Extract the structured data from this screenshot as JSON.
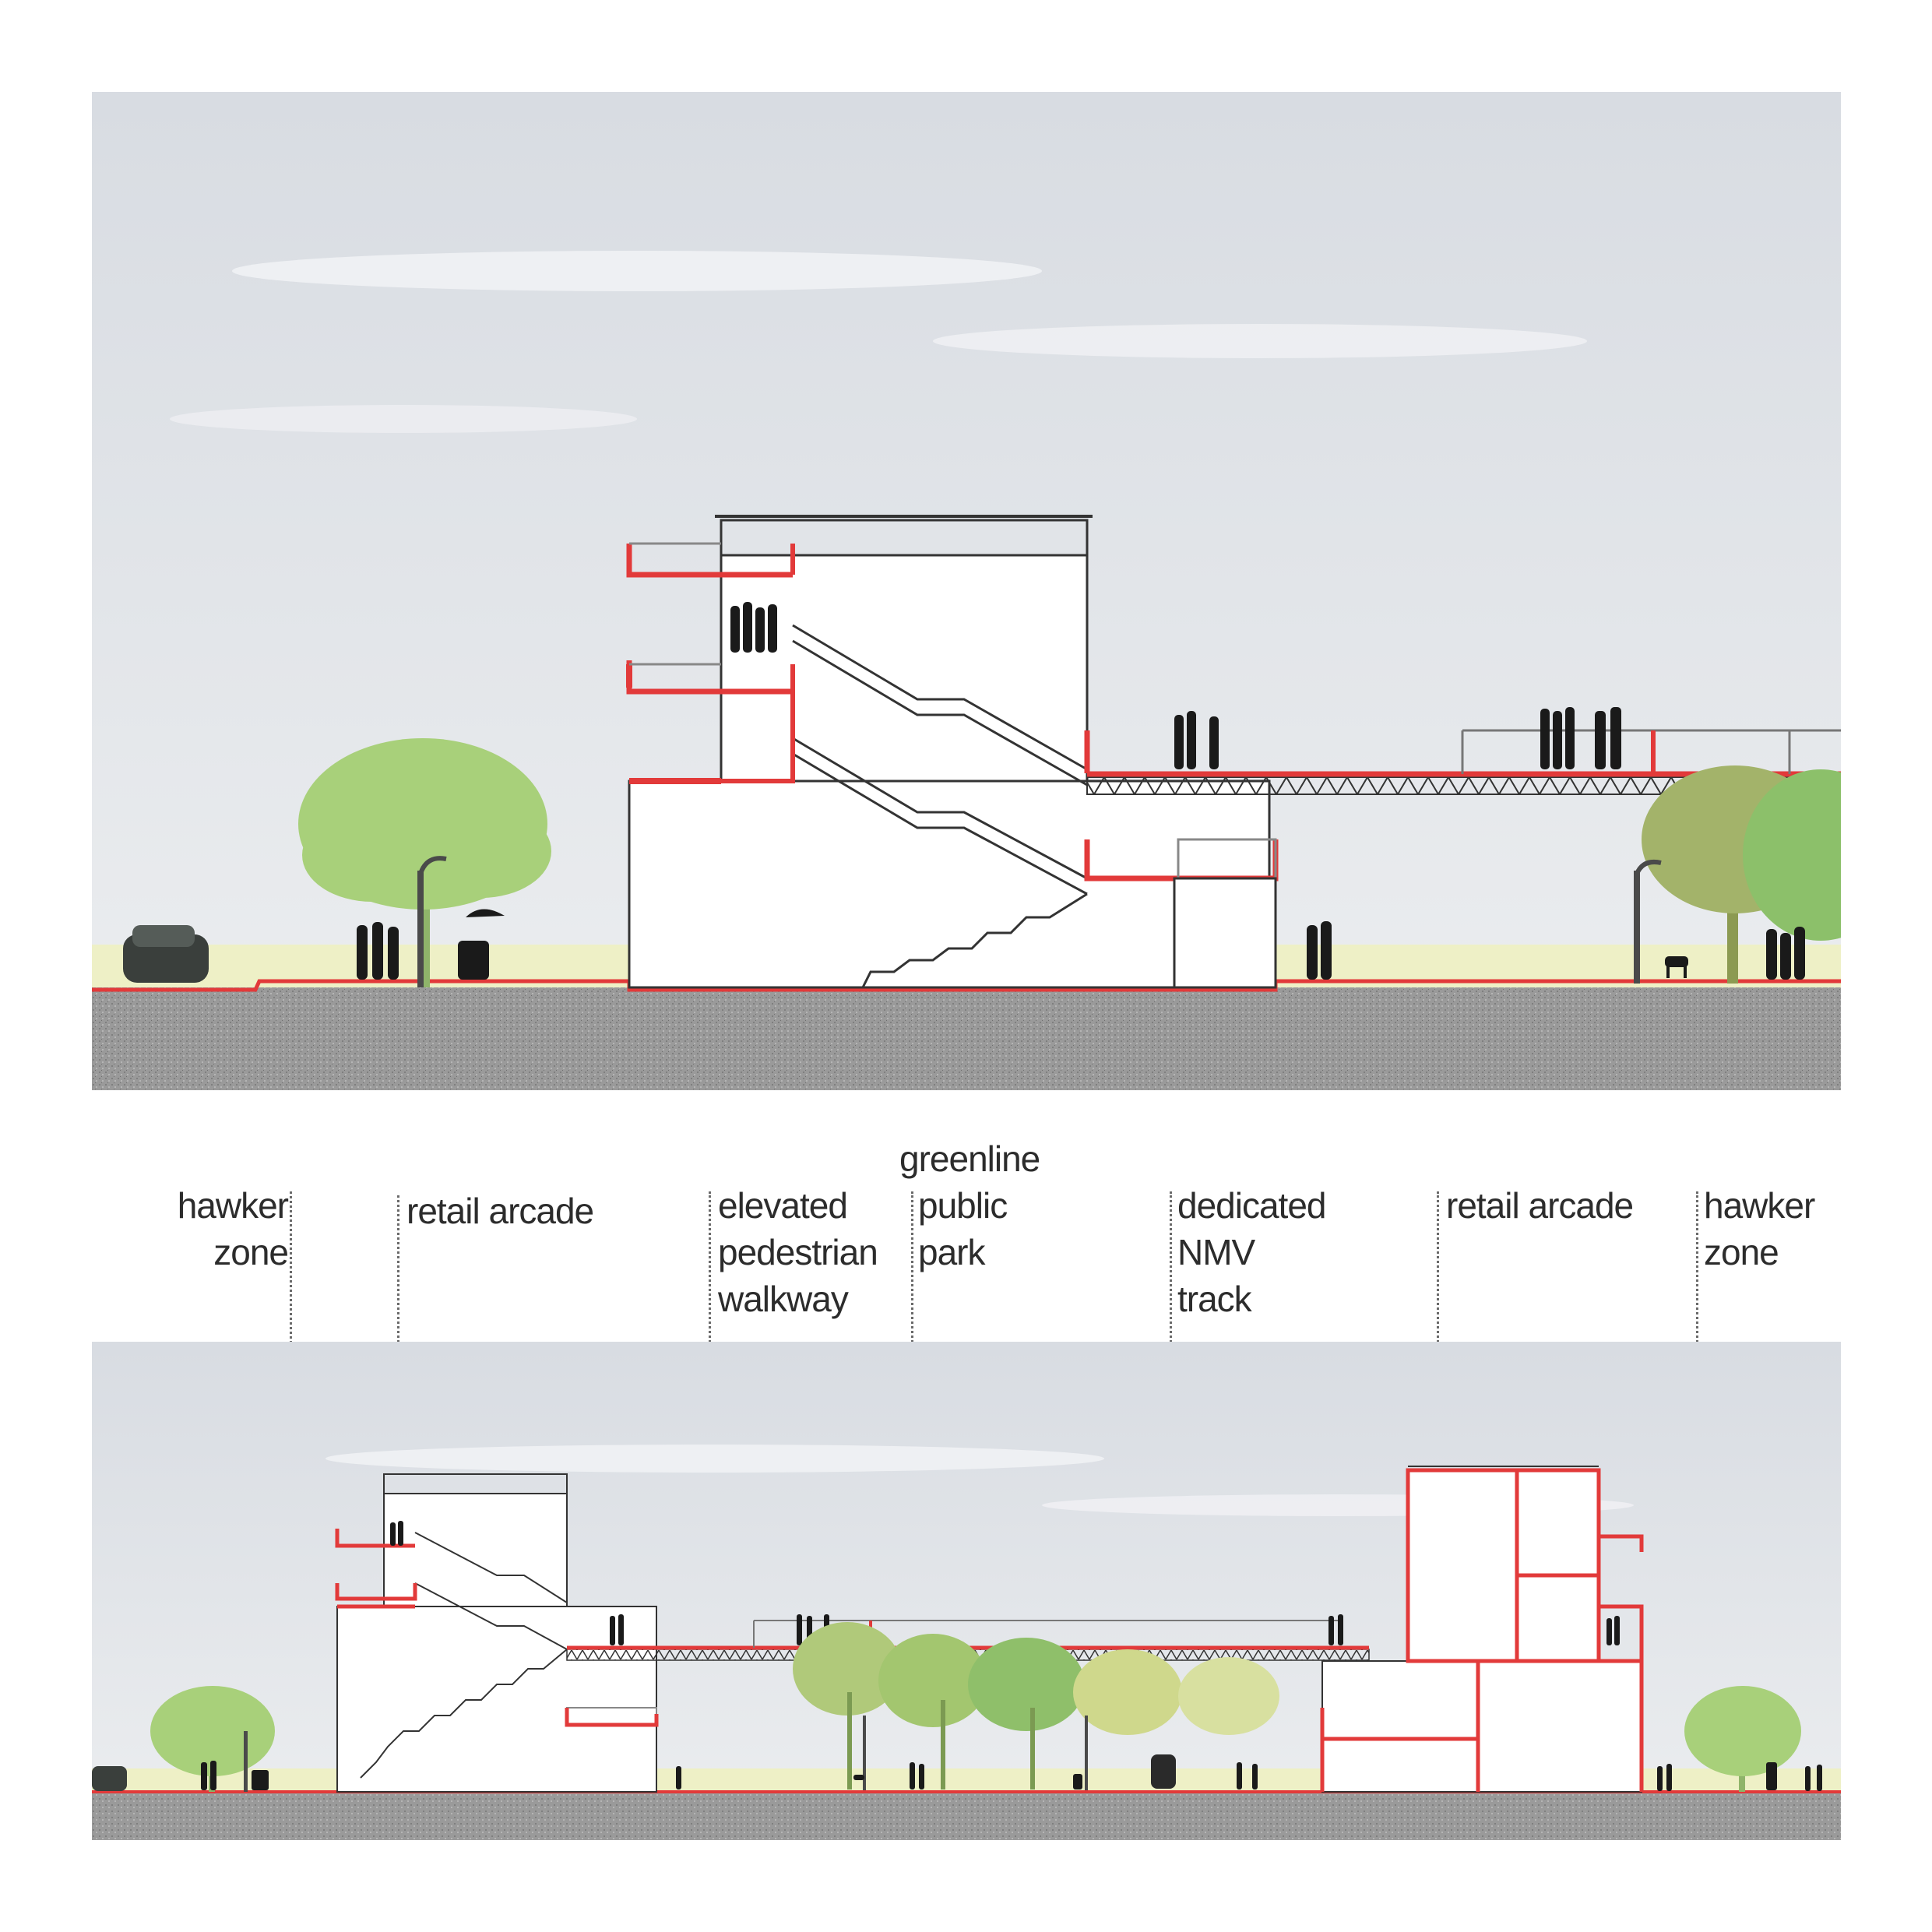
{
  "labels": {
    "hawker_left": [
      "hawker",
      "zone"
    ],
    "retail_left": [
      "retail arcade"
    ],
    "walkway": [
      "elevated",
      "pedestrian",
      "walkway"
    ],
    "park": [
      "greenline",
      "public",
      "park"
    ],
    "nmv": [
      "dedicated",
      "NMV",
      "track"
    ],
    "retail_right": [
      "retail arcade"
    ],
    "hawker_right": [
      "hawker",
      "zone"
    ]
  },
  "colors": {
    "sky_top": "#d9dde3",
    "sky_bottom": "#eceef0",
    "ground": "#9c9c9c",
    "grass": "#eef0c6",
    "slab_red": "#e23a3a",
    "tree_green": "#a8d07a",
    "silhouette": "#1a1a1a"
  },
  "icons": [
    "car-icon",
    "person-silhouette-icon",
    "tree-icon",
    "street-lamp-icon",
    "dog-icon",
    "bicycle-icon"
  ]
}
